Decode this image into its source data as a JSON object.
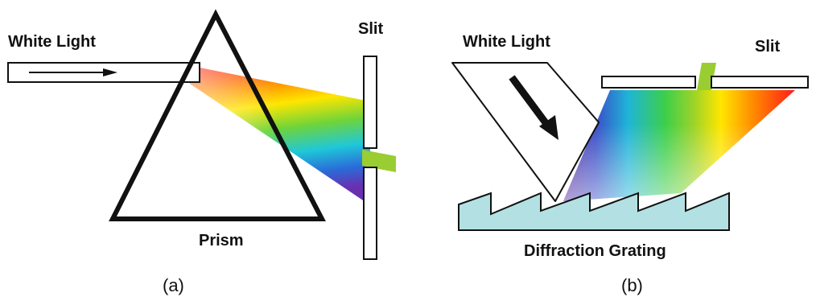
{
  "panel_a": {
    "white_light": "White Light",
    "slit": "Slit",
    "prism": "Prism",
    "caption": "(a)"
  },
  "panel_b": {
    "white_light": "White Light",
    "slit": "Slit",
    "grating": "Diffraction Grating",
    "caption": "(b)"
  },
  "colors": {
    "outline": "#111111",
    "grating_fill": "#b3e0e3",
    "slit_light": "#9acd32"
  }
}
